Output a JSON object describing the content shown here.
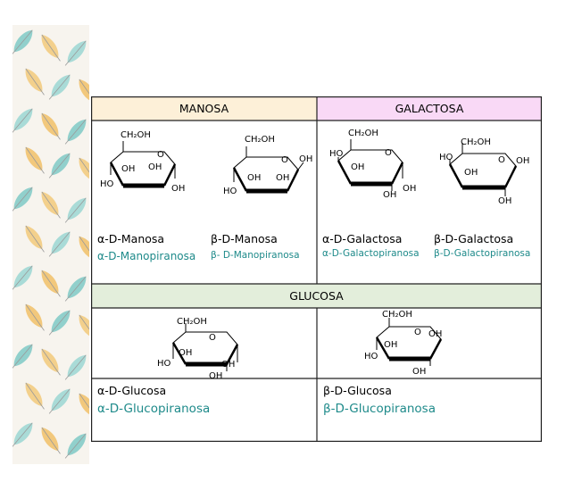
{
  "headers": {
    "manosa": "MANOSA",
    "galactosa": "GALACTOSA",
    "glucosa": "GLUCOSA"
  },
  "colors": {
    "manosa_bg": "#fdf0d8",
    "galactosa_bg": "#f9d9f6",
    "glucosa_bg": "#e3eedb",
    "accent": "#1e8a8a",
    "border": "#222222"
  },
  "sugars": {
    "a_man": {
      "name": "α-D-Manosa",
      "sub": "α-D-Manopiranosa"
    },
    "b_man": {
      "name": "β-D-Manosa",
      "sub": "β- D-Manopiranosa"
    },
    "a_gal": {
      "name": "α-D-Galactosa",
      "sub": "α-D-Galactopiranosa"
    },
    "b_gal": {
      "name": "β-D-Galactosa",
      "sub": "β-D-Galactopiranosa"
    },
    "a_glu": {
      "name": "α-D-Glucosa",
      "sub": "α-D-Glucopiranosa"
    },
    "b_glu": {
      "name": "β-D-Glucosa",
      "sub": "β-D-Glucopiranosa"
    }
  },
  "labels": {
    "ch2oh": "CH₂OH",
    "o": "O",
    "oh": "OH",
    "ho": "HO"
  },
  "icons": {
    "sidebar": "feather-pattern"
  }
}
